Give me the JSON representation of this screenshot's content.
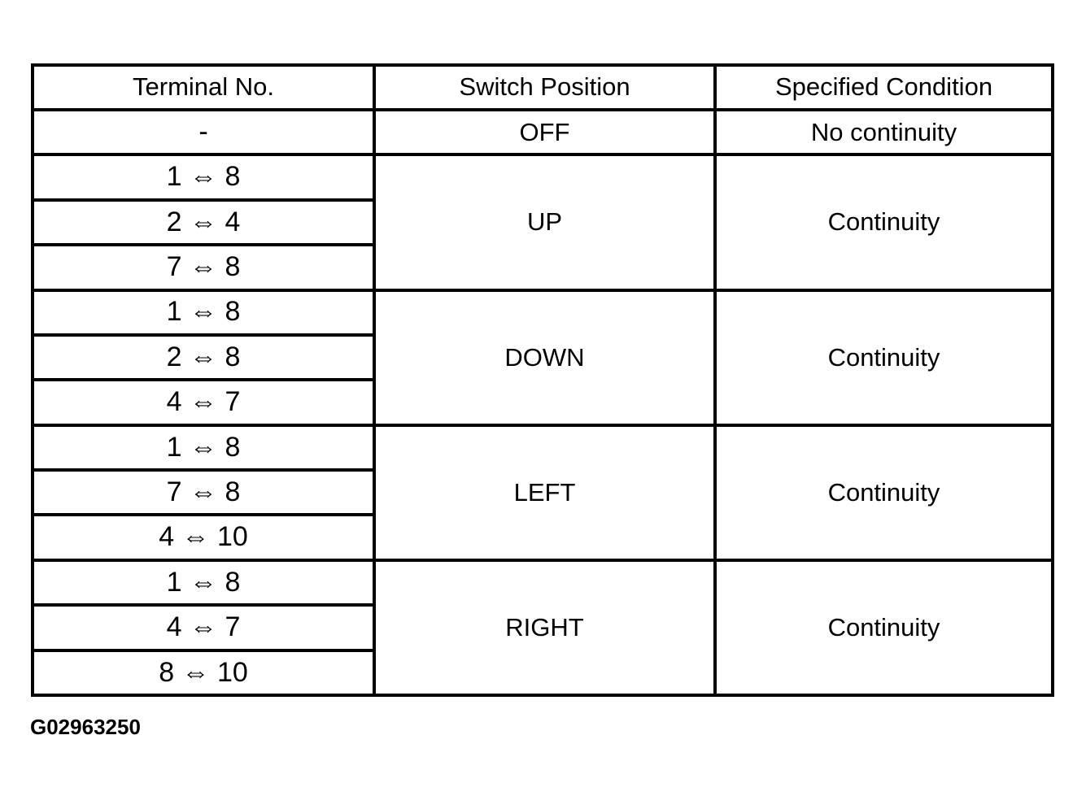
{
  "page": {
    "background_color": "#ffffff",
    "border_color": "#000000",
    "text_color": "#000000"
  },
  "table": {
    "headers": [
      "Terminal No.",
      "Switch Position",
      "Specified Condition"
    ],
    "groups": [
      {
        "terminals": [
          "-"
        ],
        "position": "OFF",
        "condition": "No continuity"
      },
      {
        "terminals": [
          "1 ⇔ 8",
          "2 ⇔ 4",
          "7 ⇔ 8"
        ],
        "position": "UP",
        "condition": "Continuity"
      },
      {
        "terminals": [
          "1 ⇔ 8",
          "2 ⇔ 8",
          "4 ⇔ 7"
        ],
        "position": "DOWN",
        "condition": "Continuity"
      },
      {
        "terminals": [
          "1 ⇔ 8",
          "7 ⇔ 8",
          "4 ⇔ 10"
        ],
        "position": "LEFT",
        "condition": "Continuity"
      },
      {
        "terminals": [
          "1 ⇔ 8",
          "4 ⇔ 7",
          "8 ⇔ 10"
        ],
        "position": "RIGHT",
        "condition": "Continuity"
      }
    ]
  },
  "footer": {
    "figure_code": "G02963250"
  }
}
